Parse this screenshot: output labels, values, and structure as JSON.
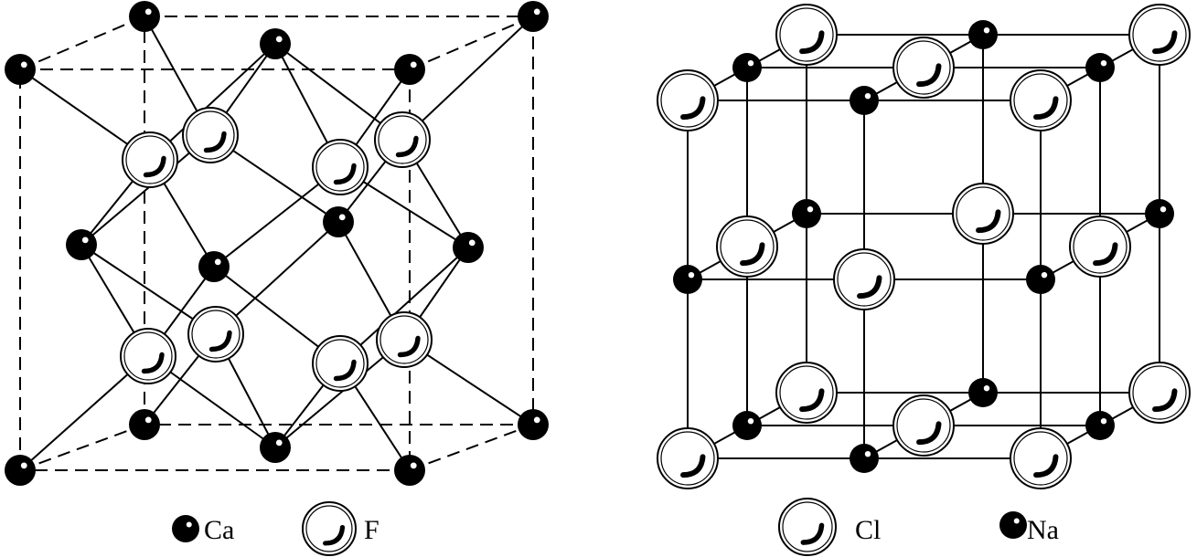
{
  "colors": {
    "ink": "#000000",
    "background": "#ffffff",
    "highlight": "#ffffff"
  },
  "left_structure": {
    "legend": [
      {
        "symbol": "small-dark-atom",
        "label": "Ca"
      },
      {
        "symbol": "large-white-atom",
        "label": "F"
      }
    ]
  },
  "right_structure": {
    "legend": [
      {
        "symbol": "large-white-atom",
        "label": "Cl"
      },
      {
        "symbol": "small-dark-atom",
        "label": "Na"
      }
    ]
  }
}
